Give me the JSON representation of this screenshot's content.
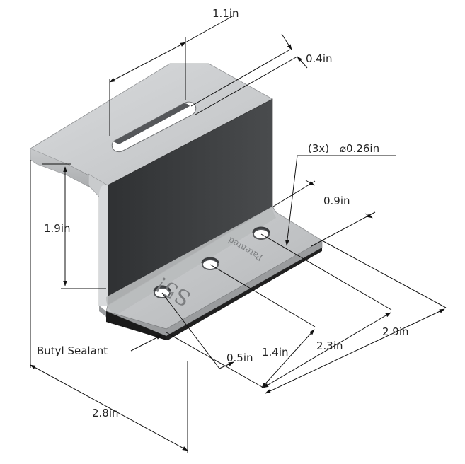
{
  "dimensions": {
    "slot_length": "1.1in",
    "slot_width": "0.4in",
    "hole_spec_count": "(3x)",
    "hole_spec_diameter": "⌀0.26in",
    "hole_edge_offset": "0.9in",
    "height": "1.9in",
    "length": "2.8in",
    "hole1": "0.5in",
    "hole2": "1.4in",
    "hole3": "2.3in",
    "base_length": "2.9in"
  },
  "labels": {
    "sealant": "Butyl Sealant"
  },
  "embossing": {
    "brand": "S5!",
    "patent": "Patented"
  },
  "colors": {
    "top_face": "#cfd1d3",
    "front_face": "#9ea0a2",
    "vertical_face": "#3d3f41",
    "base_top": "#c4c6c8",
    "base_edge": "#aeb0b2",
    "sealant": "#202020",
    "line": "#111111"
  }
}
